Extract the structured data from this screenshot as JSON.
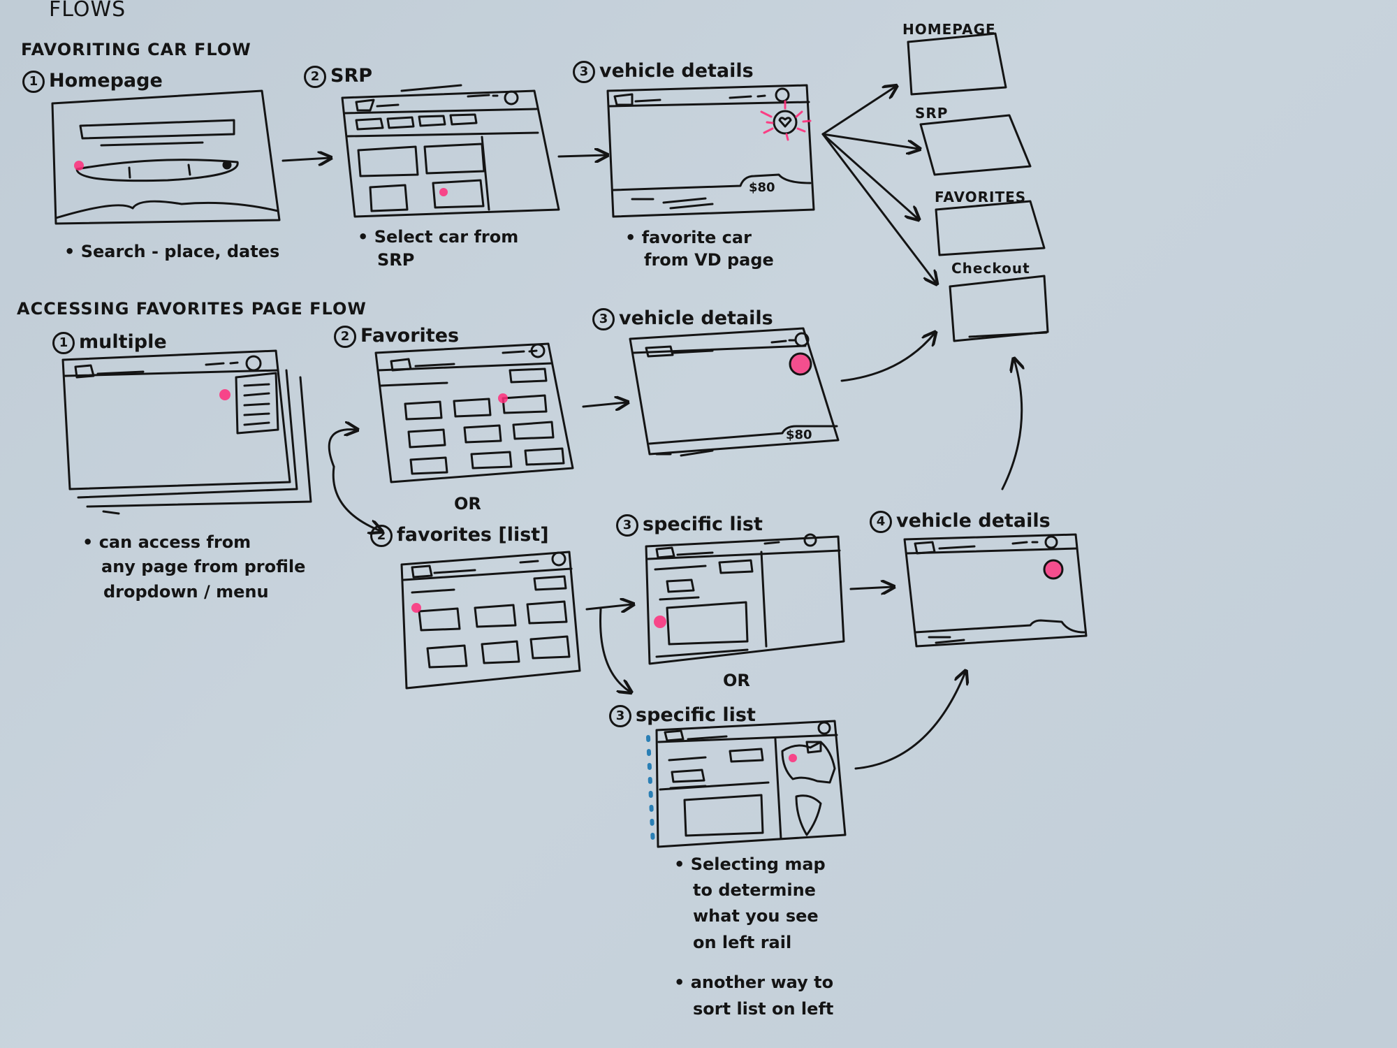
{
  "title": "FLOWS",
  "sections": {
    "favoriting": "FAVORITING CAR FLOW",
    "accessing": "ACCESSING FAVORITES PAGE FLOW"
  },
  "steps": {
    "homepage": {
      "num": "1",
      "label": "Homepage"
    },
    "srp": {
      "num": "2",
      "label": "SRP"
    },
    "vd1": {
      "num": "3",
      "label": "vehicle details"
    },
    "multiple": {
      "num": "1",
      "label": "multiple"
    },
    "favorites": {
      "num": "2",
      "label": "Favorites"
    },
    "vd2": {
      "num": "3",
      "label": "vehicle details"
    },
    "favlist": {
      "num": "2",
      "label": "favorites [list]"
    },
    "spec1": {
      "num": "3",
      "label": "specific list"
    },
    "vd3": {
      "num": "4",
      "label": "vehicle details"
    },
    "spec2": {
      "num": "3",
      "label": "specific list"
    }
  },
  "destinations": [
    "HOMEPAGE",
    "SRP",
    "FAVORITES",
    "Checkout"
  ],
  "notes": {
    "homepage": "Search - place, dates",
    "srp": [
      "Select car from",
      "SRP"
    ],
    "vd1": [
      "favorite car",
      "from VD page"
    ],
    "multiple": [
      "can access from",
      "any page from profile",
      "dropdown / menu"
    ],
    "map": [
      "Selecting map",
      "to determine",
      "what you see",
      "on left rail"
    ],
    "sort": [
      "another way to",
      "sort list on left"
    ]
  },
  "or_label": "OR",
  "prices": {
    "vd1": "$80",
    "vd2": "$80"
  },
  "colors": {
    "ink": "#141414",
    "highlight": "#ff2d7a",
    "blue": "#2a7fb5",
    "paper": "#c4d0d9"
  }
}
